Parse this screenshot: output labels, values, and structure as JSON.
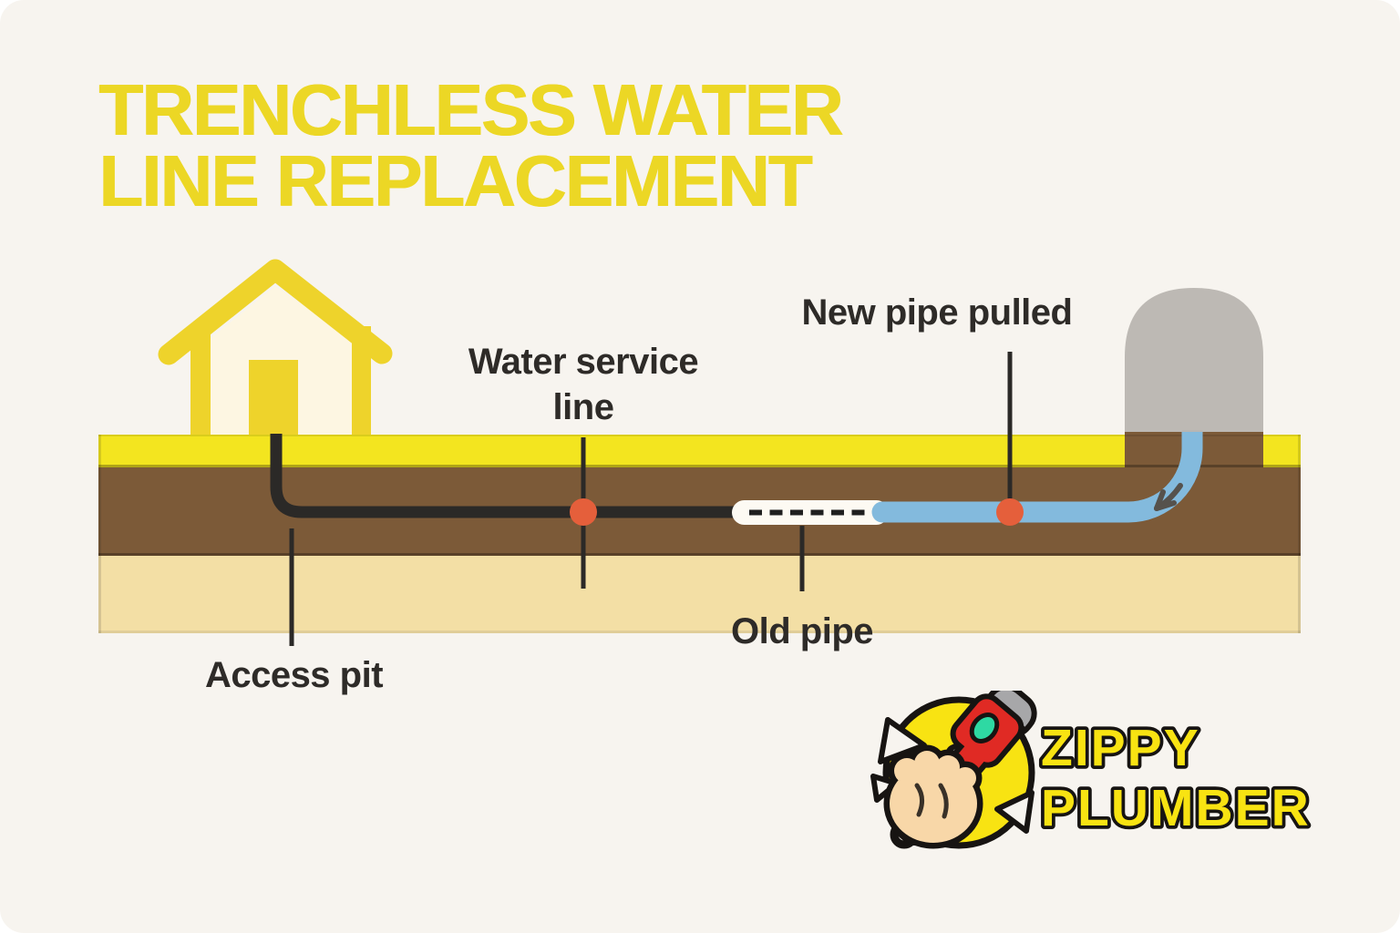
{
  "title": {
    "line1": "TRENCHLESS WATER",
    "line2": "LINE REPLACEMENT"
  },
  "diagram": {
    "labels": {
      "access_pit": "Access pit",
      "water_service_line1": "Water service",
      "water_service_line2": "line",
      "old_pipe": "Old pipe",
      "new_pipe_pulled": "New pipe pulled"
    }
  },
  "logo": {
    "name_line1": "ZIPPY",
    "name_line2": "PLUMBER"
  },
  "colors": {
    "background": "#f7f4ef",
    "title_yellow": "#ecd725",
    "grass_yellow": "#f3e51f",
    "soil_brown": "#7c5a38",
    "subsoil_tan": "#f3dfa5",
    "house_yellow": "#eed32b",
    "house_interior": "#fdf6e2",
    "pipe_black": "#2b2927",
    "old_pipe_white": "#fdfaf3",
    "new_pipe_blue": "#83badd",
    "marker_orange": "#e55f3b",
    "mound_gray": "#b9b5b0",
    "label_text": "#2e2b28",
    "logo_yellow": "#f8e312",
    "logo_outline": "#171412"
  }
}
